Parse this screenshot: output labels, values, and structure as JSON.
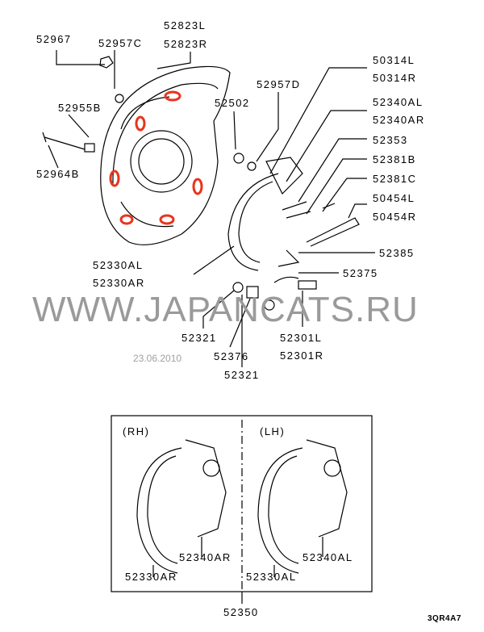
{
  "parts": {
    "p52967": "52967",
    "p52957C": "52957C",
    "p52823L": "52823L",
    "p52823R": "52823R",
    "p52957D": "52957D",
    "p52502": "52502",
    "p52955B": "52955B",
    "p52964B": "52964B",
    "p50314L": "50314L",
    "p50314R": "50314R",
    "p52340AL": "52340AL",
    "p52340AR": "52340AR",
    "p52353": "52353",
    "p52381B": "52381B",
    "p52381C": "52381C",
    "p50454L": "50454L",
    "p50454R": "50454R",
    "p52385": "52385",
    "p52375": "52375",
    "p52330AL": "52330AL",
    "p52330AR": "52330AR",
    "p52321a": "52321",
    "p52376": "52376",
    "p52321b": "52321",
    "p52301L": "52301L",
    "p52301R": "52301R"
  },
  "assembly": {
    "rh_label": "(RH)",
    "lh_label": "(LH)",
    "rh_shoe_lining": "52330AR",
    "rh_shoe": "52340AR",
    "lh_shoe_lining": "52330AL",
    "lh_shoe": "52340AL",
    "set_number": "52350"
  },
  "watermark": "WWW.JAPANCATS.RU",
  "date_stamp": "23.06.2010",
  "diagram_code": "3QR4A7",
  "colors": {
    "highlight": "#e8351e",
    "line": "#000000",
    "watermark": "#9a9a9a"
  }
}
